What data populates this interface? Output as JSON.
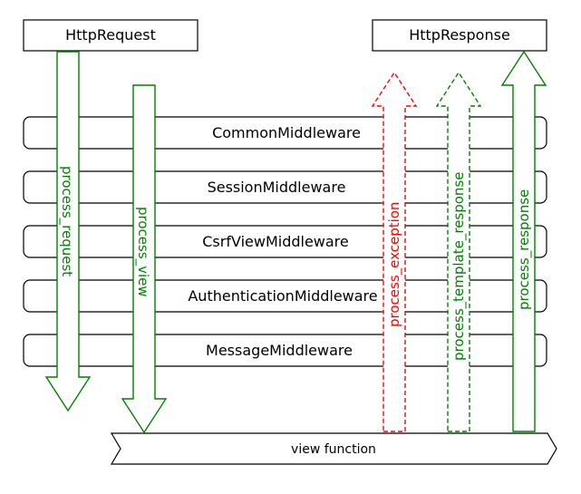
{
  "request_box": {
    "label": "HttpRequest"
  },
  "response_box": {
    "label": "HttpResponse"
  },
  "middlewares": [
    {
      "label": "CommonMiddleware"
    },
    {
      "label": "SessionMiddleware"
    },
    {
      "label": "CsrfViewMiddleware"
    },
    {
      "label": "AuthenticationMiddleware"
    },
    {
      "label": "MessageMiddleware"
    }
  ],
  "view_function": {
    "label": "view function"
  },
  "arrows": {
    "process_request": {
      "label": "process_request",
      "color": "#008000"
    },
    "process_view": {
      "label": "process_view",
      "color": "#008000"
    },
    "process_exception": {
      "label": "process_exception",
      "color": "#ff0000"
    },
    "process_template_response": {
      "label": "process_template_response",
      "color": "#008000"
    },
    "process_response": {
      "label": "process_response",
      "color": "#008000"
    }
  },
  "colors": {
    "outline": "#000000",
    "green": "#008000",
    "red": "#ff0000"
  }
}
